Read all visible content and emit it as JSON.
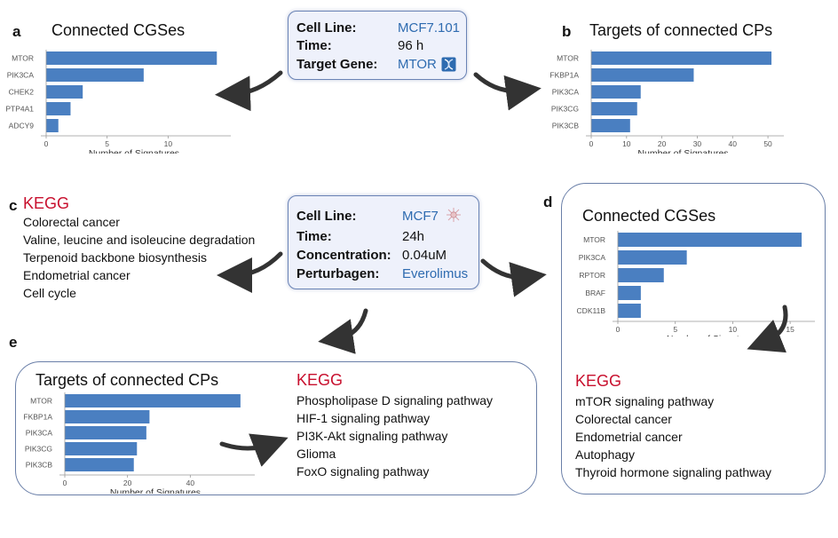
{
  "panels": {
    "a": {
      "letter": "a",
      "title": "Connected CGSes",
      "chart_data": {
        "type": "bar",
        "orientation": "horizontal",
        "categories": [
          "MTOR",
          "PIK3CA",
          "CHEK2",
          "PTP4A1",
          "ADCY9"
        ],
        "values": [
          14,
          8,
          3,
          2,
          1
        ],
        "xlabel": "Number of Signatures",
        "xlim": [
          0,
          15
        ],
        "xticks": [
          0,
          5,
          10
        ],
        "bar_color": "#4a7fc1"
      }
    },
    "b": {
      "letter": "b",
      "title": "Targets of connected CPs",
      "chart_data": {
        "type": "bar",
        "orientation": "horizontal",
        "categories": [
          "MTOR",
          "FKBP1A",
          "PIK3CA",
          "PIK3CG",
          "PIK3CB"
        ],
        "values": [
          51,
          29,
          14,
          13,
          11
        ],
        "xlabel": "Number of Signatures",
        "xlim": [
          0,
          54
        ],
        "xticks": [
          0,
          10,
          20,
          30,
          40,
          50
        ],
        "bar_color": "#4a7fc1"
      }
    },
    "c": {
      "letter": "c",
      "kegg_title": "KEGG",
      "items": [
        "Colorectal cancer",
        "Valine, leucine and isoleucine degradation",
        "Terpenoid backbone biosynthesis",
        "Endometrial cancer",
        "Cell cycle"
      ]
    },
    "d": {
      "letter": "d",
      "title": "Connected CGSes",
      "chart_data": {
        "type": "bar",
        "orientation": "horizontal",
        "categories": [
          "MTOR",
          "PIK3CA",
          "RPTOR",
          "BRAF",
          "CDK11B"
        ],
        "values": [
          16,
          6,
          4,
          2,
          2
        ],
        "xlabel": "Number of Signatures",
        "xlim": [
          0,
          17
        ],
        "xticks": [
          0,
          5,
          10,
          15
        ],
        "bar_color": "#4a7fc1"
      },
      "kegg_title": "KEGG",
      "items": [
        "mTOR signaling pathway",
        "Colorectal cancer",
        "Endometrial cancer",
        "Autophagy",
        "Thyroid hormone signaling pathway"
      ]
    },
    "e": {
      "letter": "e",
      "title": "Targets of connected CPs",
      "chart_data": {
        "type": "bar",
        "orientation": "horizontal",
        "categories": [
          "MTOR",
          "FKBP1A",
          "PIK3CA",
          "PIK3CG",
          "PIK3CB"
        ],
        "values": [
          56,
          27,
          26,
          23,
          22
        ],
        "xlabel": "Number of Signatures",
        "xlim": [
          0,
          60
        ],
        "xticks": [
          0,
          20,
          40
        ],
        "bar_color": "#4a7fc1"
      },
      "kegg_title": "KEGG",
      "items": [
        "Phospholipase D signaling pathway",
        "HIF-1 signaling pathway",
        "PI3K-Akt signaling pathway",
        "Glioma",
        "FoxO signaling pathway"
      ]
    }
  },
  "top_box": {
    "rows": [
      {
        "label": "Cell Line:",
        "value": "MCF7.101"
      },
      {
        "label": "Time:",
        "value": "96 h"
      },
      {
        "label": "Target Gene:",
        "value": "MTOR"
      }
    ],
    "gene_icon": "dna-icon"
  },
  "center_box": {
    "rows": [
      {
        "label": "Cell Line:",
        "value": "MCF7"
      },
      {
        "label": "Time:",
        "value": "24h"
      },
      {
        "label": "Concentration:",
        "value": "0.04uM"
      },
      {
        "label": "Perturbagen:",
        "value": "Everolimus"
      }
    ],
    "cell_icon": "cell-icon"
  },
  "colors": {
    "bar": "#4a7fc1",
    "kegg": "#c8102e",
    "link_blue": "#2e6bb0",
    "arrow": "#333333"
  }
}
